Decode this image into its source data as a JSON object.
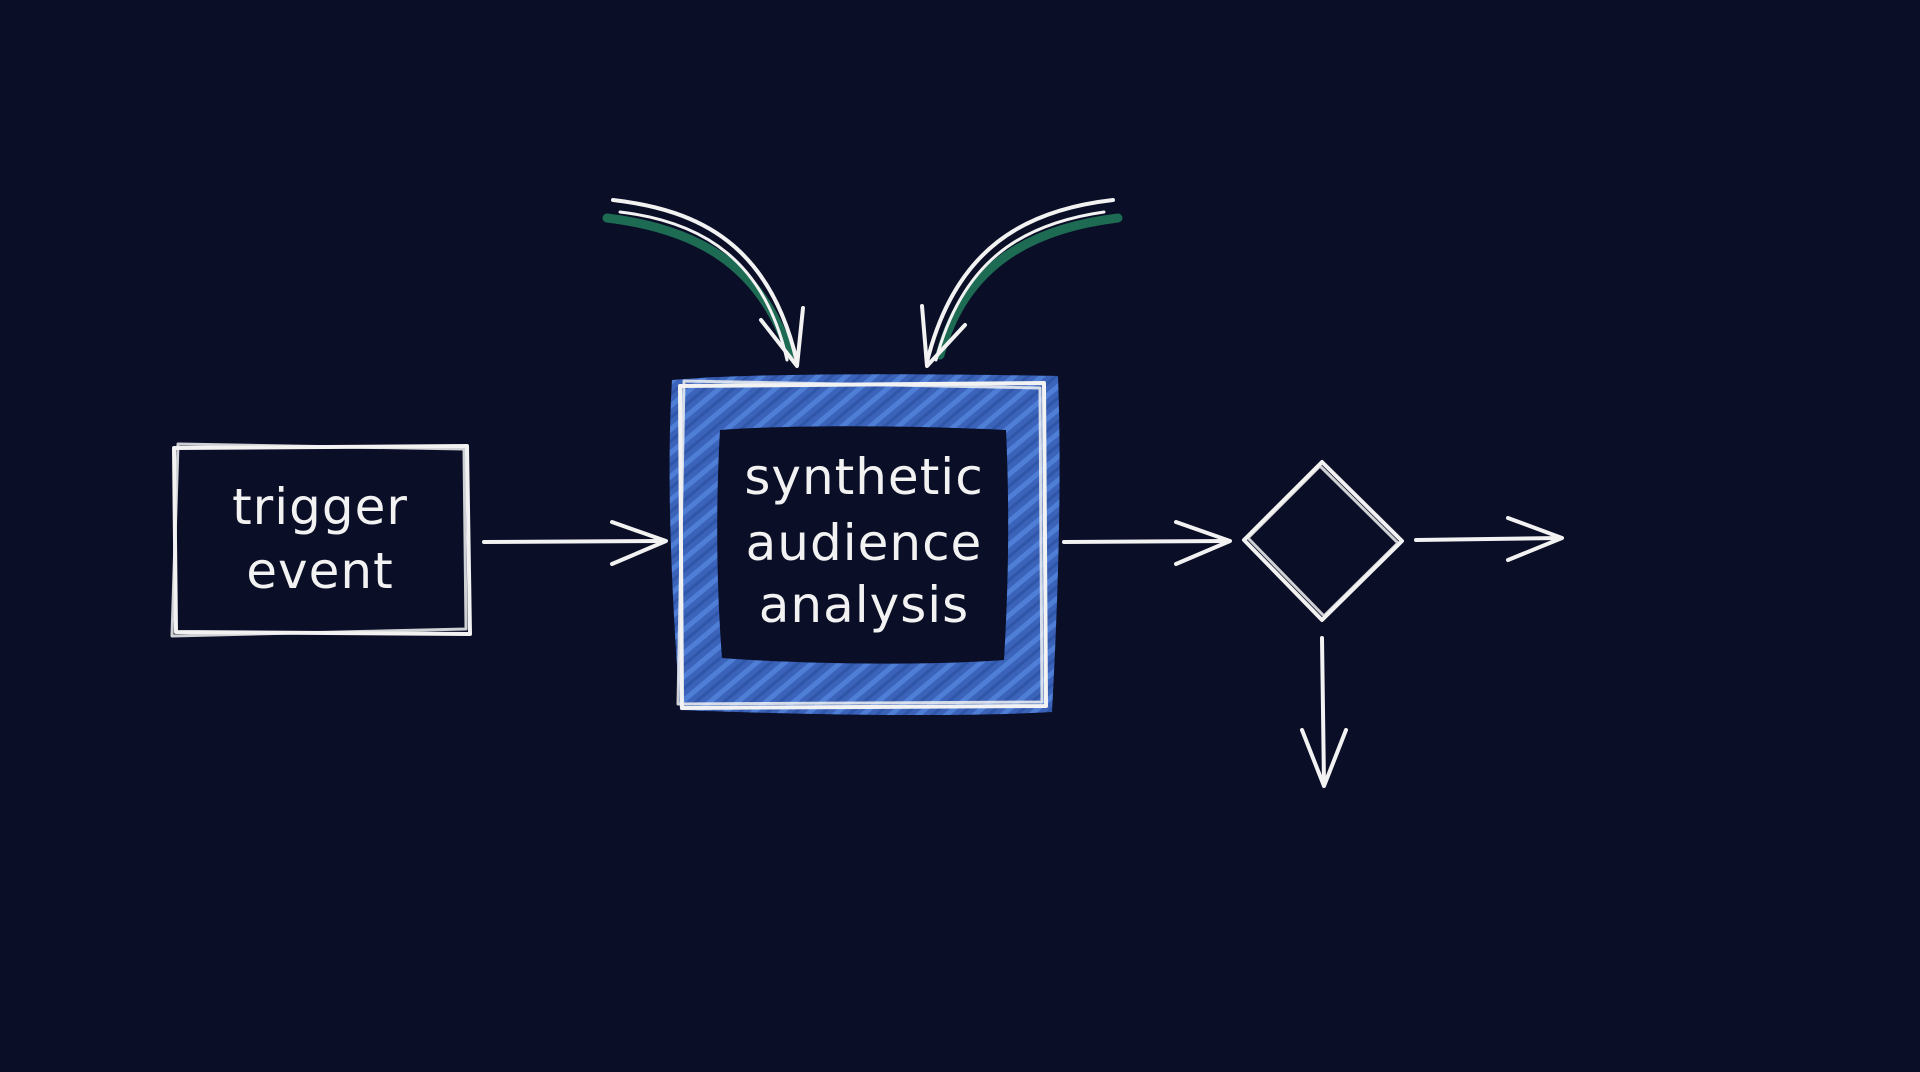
{
  "nodes": {
    "trigger": {
      "lines": [
        "trigger",
        "event"
      ]
    },
    "analysis": {
      "lines": [
        "synthetic",
        "audience",
        "analysis"
      ]
    }
  },
  "colors": {
    "background": "#0a0e27",
    "stroke": "#f2f2f2",
    "highlight_fill": "#3f6cc6",
    "input_accent": "#1e6b54"
  }
}
